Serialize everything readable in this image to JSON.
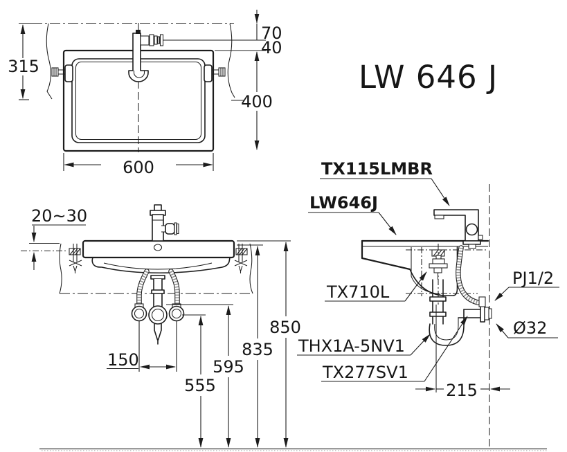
{
  "drawing": {
    "title": "LW 646 J",
    "top_view": {
      "dim_overall_depth": "315",
      "dim_wall_to_handle": "70",
      "dim_handle_to_rim": "40",
      "dim_depth": "400",
      "dim_width": "600"
    },
    "front_view": {
      "dim_mount_gap": "20~30",
      "dim_drain_spacing": "150",
      "dim_valve_height": "555",
      "dim_trap_height": "595",
      "dim_under_rim_height": "835",
      "dim_rim_height": "850"
    },
    "side_view": {
      "label_faucet": "TX115LMBR",
      "label_basin": "LW646J",
      "label_popup_drain": "TX710L",
      "label_flex_hose": "THX1A-5NV1",
      "label_trap": "TX277SV1",
      "label_supply_joint": "PJ1/2",
      "label_outlet_dia": "Ø32",
      "dim_drain_wall_offset": "215"
    }
  }
}
